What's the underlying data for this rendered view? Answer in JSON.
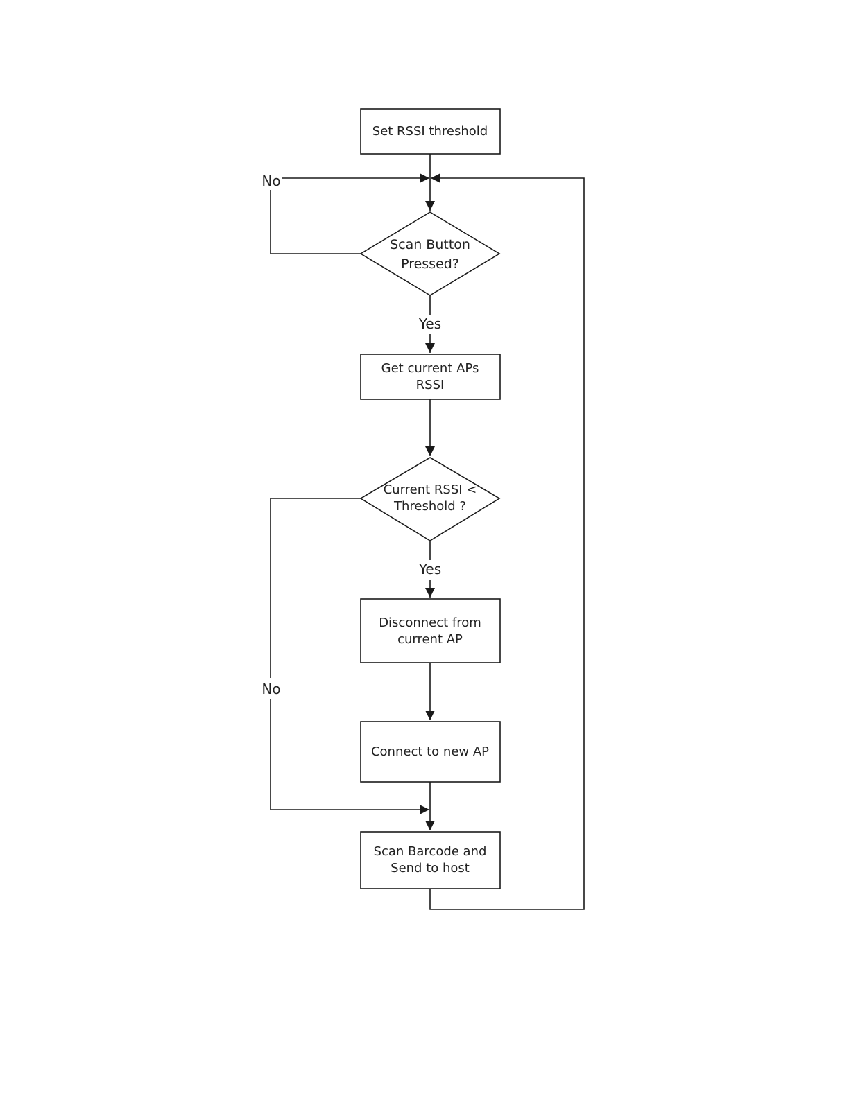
{
  "nodes": {
    "set_threshold": {
      "lines": [
        "Set RSSI threshold"
      ]
    },
    "scan_pressed": {
      "lines": [
        "Scan Button",
        "Pressed?"
      ]
    },
    "get_rssi": {
      "lines": [
        "Get current APs",
        "RSSI"
      ]
    },
    "rssi_check": {
      "lines": [
        "Current RSSI <",
        "Threshold ?"
      ]
    },
    "disconnect": {
      "lines": [
        "Disconnect from",
        "current AP"
      ]
    },
    "connect": {
      "lines": [
        "Connect to new AP"
      ]
    },
    "scan_send": {
      "lines": [
        "Scan Barcode and",
        "Send to host"
      ]
    }
  },
  "edge_labels": {
    "scan_no": "No",
    "scan_yes": "Yes",
    "rssi_yes": "Yes",
    "rssi_no": "No"
  },
  "colors": {
    "line": "#1a1a1a",
    "text": "#222222",
    "background": "#ffffff"
  }
}
